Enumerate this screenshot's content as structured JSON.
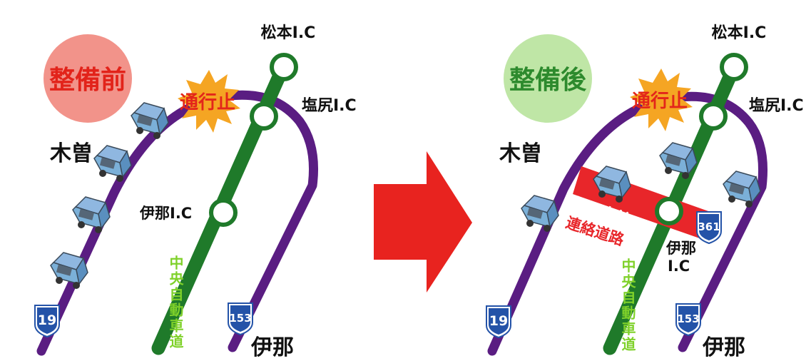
{
  "colors": {
    "route_purple": "#5a1d82",
    "expressway_green": "#1f7a2a",
    "expressway_label": "#7fd12a",
    "arrow_red": "#e8231f",
    "alert_star": "#f5a523",
    "alert_text": "#e3261a",
    "before_badge_bg": "#f2938a",
    "before_badge_text": "#e2231a",
    "after_badge_bg": "#bfe6a6",
    "after_badge_text": "#2d8a2d",
    "new_road_red": "#e8262a",
    "route_shield_blue": "#2453a8"
  },
  "before": {
    "badge": "整備前",
    "closure_label": "通行止",
    "region_kiso": "木曽",
    "region_ina": "伊那",
    "ic_matsumoto": "松本I.C",
    "ic_shiojiri": "塩尻I.C",
    "ic_ina": "伊那I.C",
    "expressway_name": "中央自動車道",
    "route_19": "19",
    "route_153": "153"
  },
  "after": {
    "badge": "整備後",
    "closure_label": "通行止",
    "region_kiso": "木曽",
    "region_ina": "伊那",
    "ic_matsumoto": "松本I.C",
    "ic_shiojiri": "塩尻I.C",
    "ic_ina_line1": "伊那",
    "ic_ina_line2": "I.C",
    "expressway_name": "中央自動車道",
    "new_road_line1": "伊那木曽",
    "new_road_line2": "連絡道路",
    "route_19": "19",
    "route_153": "153",
    "route_361": "361"
  },
  "icons": {
    "car": "truck-icon",
    "closure": "closure-burst-icon",
    "interchange": "interchange-ring-icon",
    "route_shield": "national-route-shield-icon",
    "transition": "arrow-right-icon"
  }
}
